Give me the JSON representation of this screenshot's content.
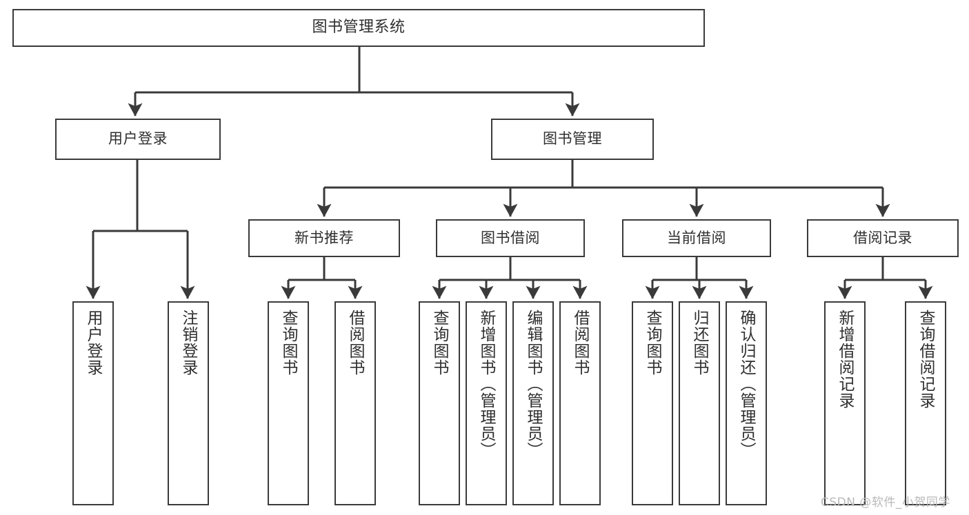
{
  "diagram": {
    "title": "图书管理系统",
    "type": "tree-hierarchy",
    "line_color": "#3a3a3a",
    "box_fill": "#ffffff",
    "text_color": "#2f2f2f",
    "nodes": {
      "root": {
        "label": "图书管理系统"
      },
      "level2": [
        {
          "id": "user-login",
          "label": "用户登录"
        },
        {
          "id": "book-manage",
          "label": "图书管理"
        }
      ],
      "level3": [
        {
          "id": "new-book-recommend",
          "label": "新书推荐"
        },
        {
          "id": "book-borrow",
          "label": "图书借阅"
        },
        {
          "id": "current-borrow",
          "label": "当前借阅"
        },
        {
          "id": "borrow-record",
          "label": "借阅记录"
        }
      ],
      "leaves": [
        {
          "id": "leaf-user-login",
          "label": "用户登录"
        },
        {
          "id": "leaf-logout-login",
          "label": "注销登录"
        },
        {
          "id": "leaf-query-book-1",
          "label": "查询图书"
        },
        {
          "id": "leaf-borrow-book-1",
          "label": "借阅图书"
        },
        {
          "id": "leaf-query-book-2",
          "label": "查询图书"
        },
        {
          "id": "leaf-add-book-admin",
          "label": "新增图书（管理员）"
        },
        {
          "id": "leaf-edit-book-admin",
          "label": "编辑图书（管理员）"
        },
        {
          "id": "leaf-borrow-book-2",
          "label": "借阅图书"
        },
        {
          "id": "leaf-query-book-3",
          "label": "查询图书"
        },
        {
          "id": "leaf-return-book",
          "label": "归还图书"
        },
        {
          "id": "leaf-confirm-return-admin",
          "label": "确认归还（管理员）"
        },
        {
          "id": "leaf-add-borrow-record",
          "label": "新增借阅记录"
        },
        {
          "id": "leaf-query-borrow-record",
          "label": "查询借阅记录"
        }
      ]
    }
  },
  "watermark": {
    "text": "CSDN @软件_小贺同学"
  }
}
